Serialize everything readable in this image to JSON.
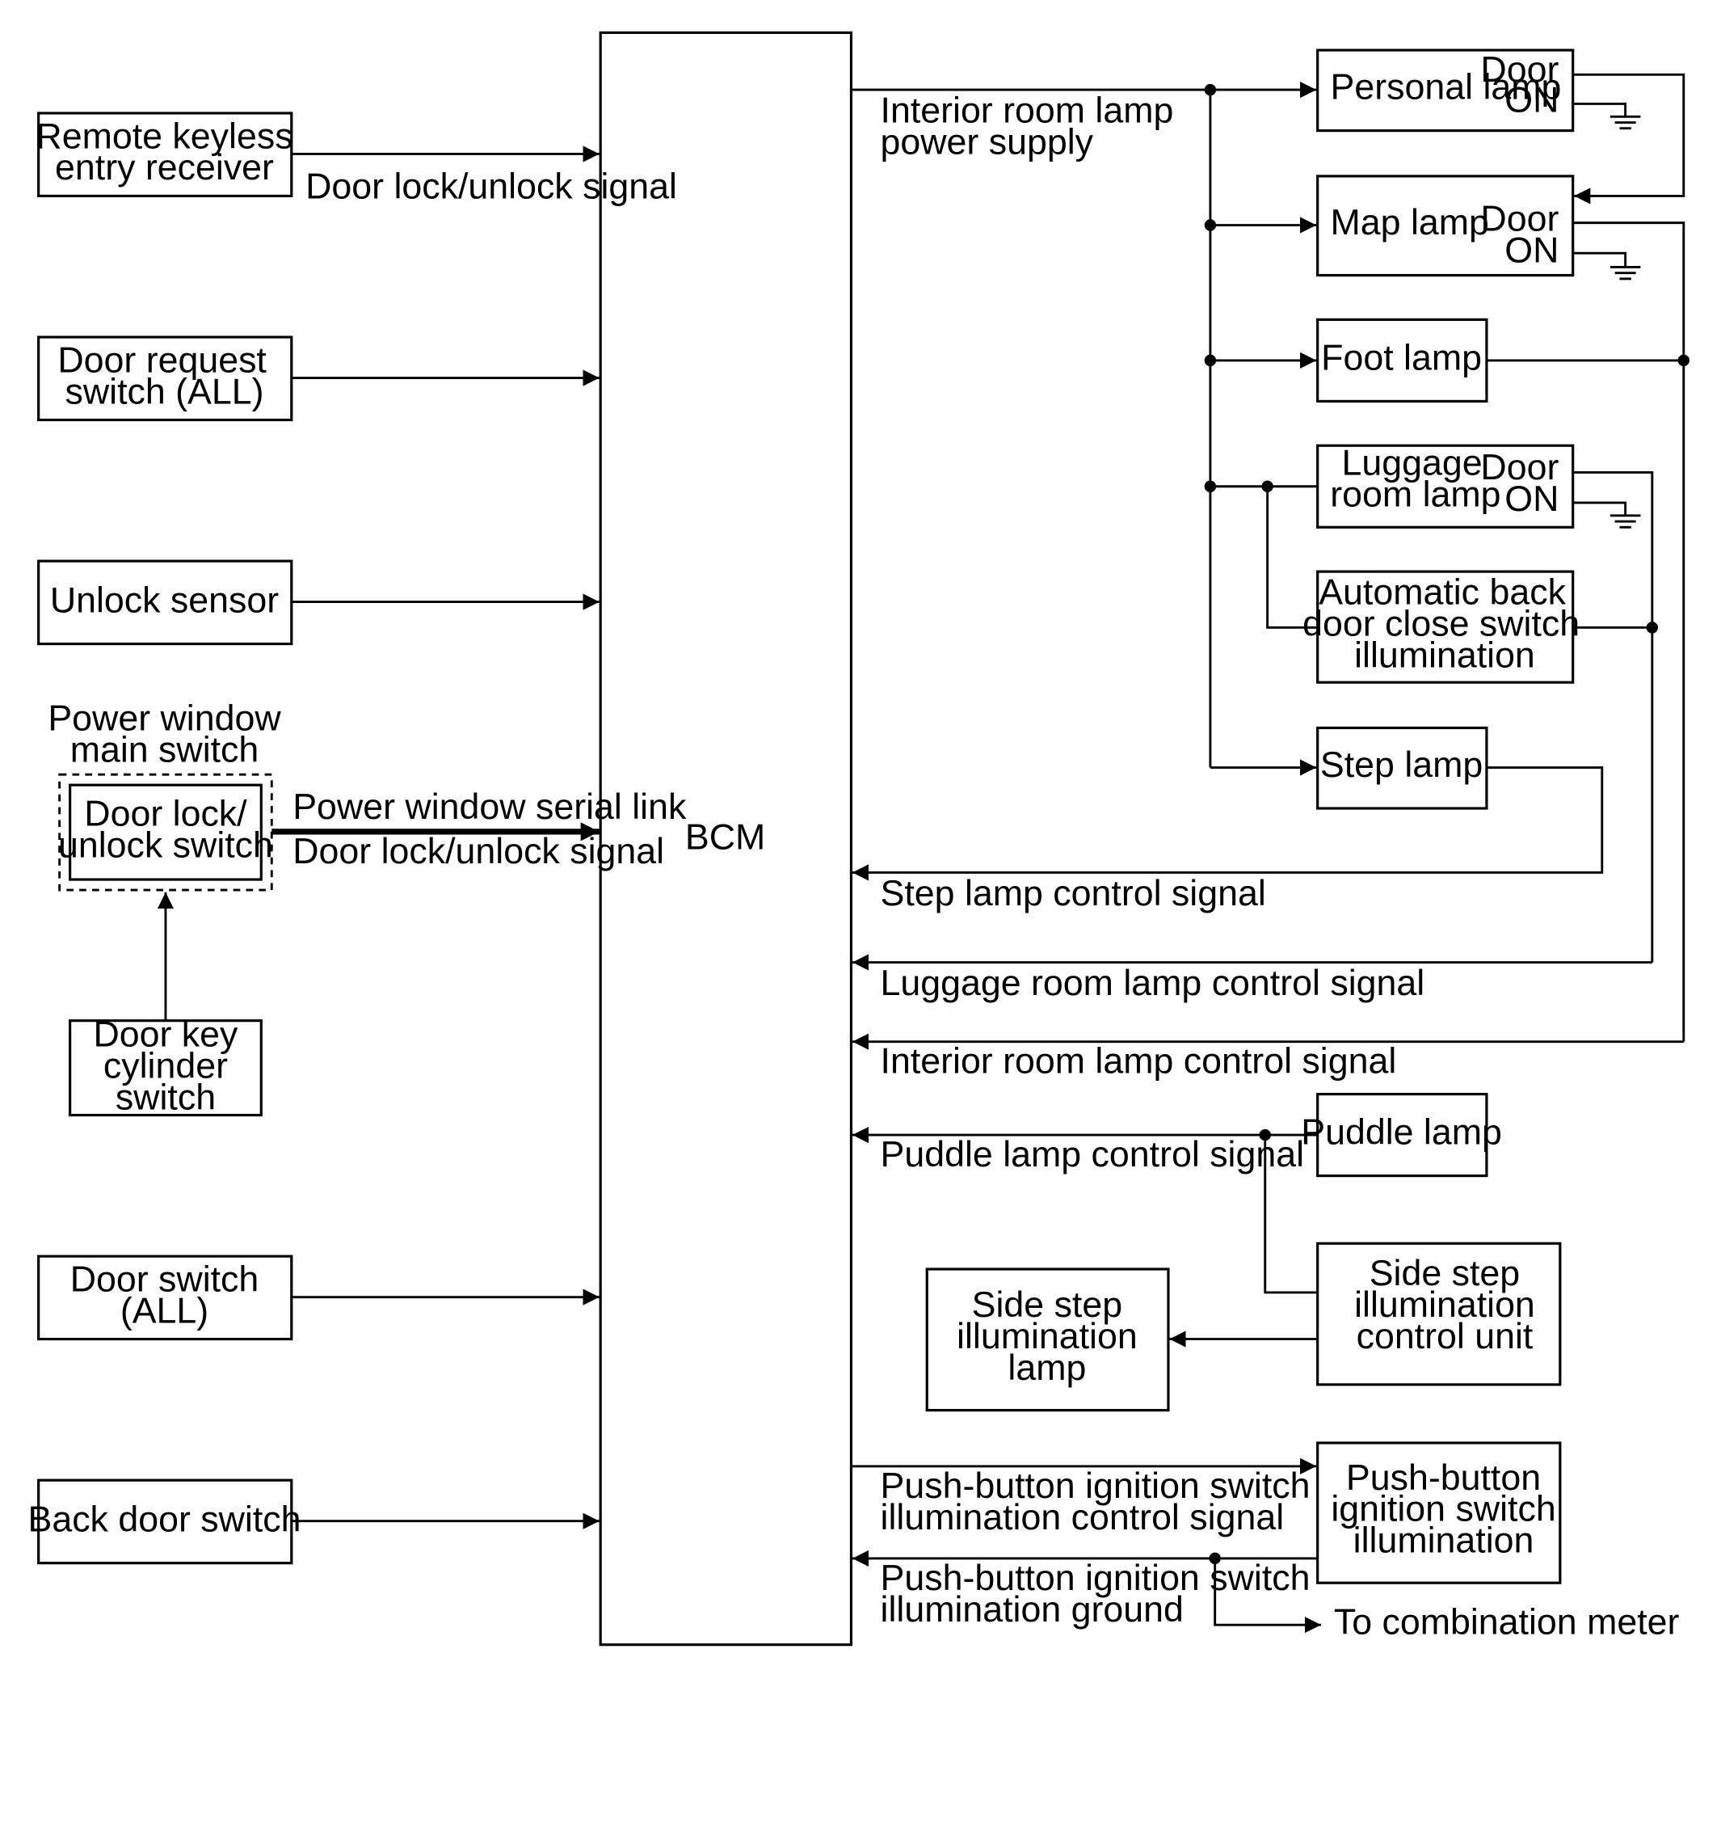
{
  "blocks": {
    "bcm": "BCM",
    "remote_keyless_entry_receiver": [
      "Remote keyless",
      "entry receiver"
    ],
    "door_request_switch": [
      "Door request",
      "switch (ALL)"
    ],
    "unlock_sensor": "Unlock sensor",
    "power_window_main_switch": [
      "Power window",
      "main switch"
    ],
    "door_lock_unlock_switch": [
      "Door lock/",
      "unlock switch"
    ],
    "door_key_cylinder_switch": [
      "Door key",
      "cylinder",
      "switch"
    ],
    "door_switch": [
      "Door switch",
      "(ALL)"
    ],
    "back_door_switch": "Back door switch",
    "personal_lamp": "Personal lamp",
    "map_lamp": "Map lamp",
    "foot_lamp": "Foot lamp",
    "luggage_room_lamp": [
      "Luggage",
      "room lamp"
    ],
    "automatic_back_door_close_switch_illumination": [
      "Automatic back",
      "door close switch",
      "illumination"
    ],
    "step_lamp": "Step lamp",
    "puddle_lamp": "Puddle lamp",
    "side_step_illumination_control_unit": [
      "Side step",
      "illumination",
      "control unit"
    ],
    "side_step_illumination_lamp": [
      "Side step",
      "illumination",
      "lamp"
    ],
    "push_button_ignition_switch_illumination": [
      "Push-button",
      "ignition switch",
      "illumination"
    ]
  },
  "switch_labels": {
    "door": "Door",
    "on": "ON"
  },
  "signals": {
    "door_lock_unlock_signal": "Door lock/unlock signal",
    "power_window_serial_link": "Power window serial link",
    "interior_room_lamp_power_supply": [
      "Interior room lamp",
      "power supply"
    ],
    "step_lamp_control_signal": "Step lamp control signal",
    "luggage_room_lamp_control_signal": "Luggage room lamp control signal",
    "interior_room_lamp_control_signal": "Interior room lamp control signal",
    "puddle_lamp_control_signal": "Puddle lamp control signal",
    "push_button_ignition_switch_illumination_control_signal": [
      "Push-button ignition switch",
      "illumination control signal"
    ],
    "push_button_ignition_switch_illumination_ground": [
      "Push-button ignition switch",
      "illumination ground"
    ],
    "to_combination_meter": "To combination meter"
  }
}
